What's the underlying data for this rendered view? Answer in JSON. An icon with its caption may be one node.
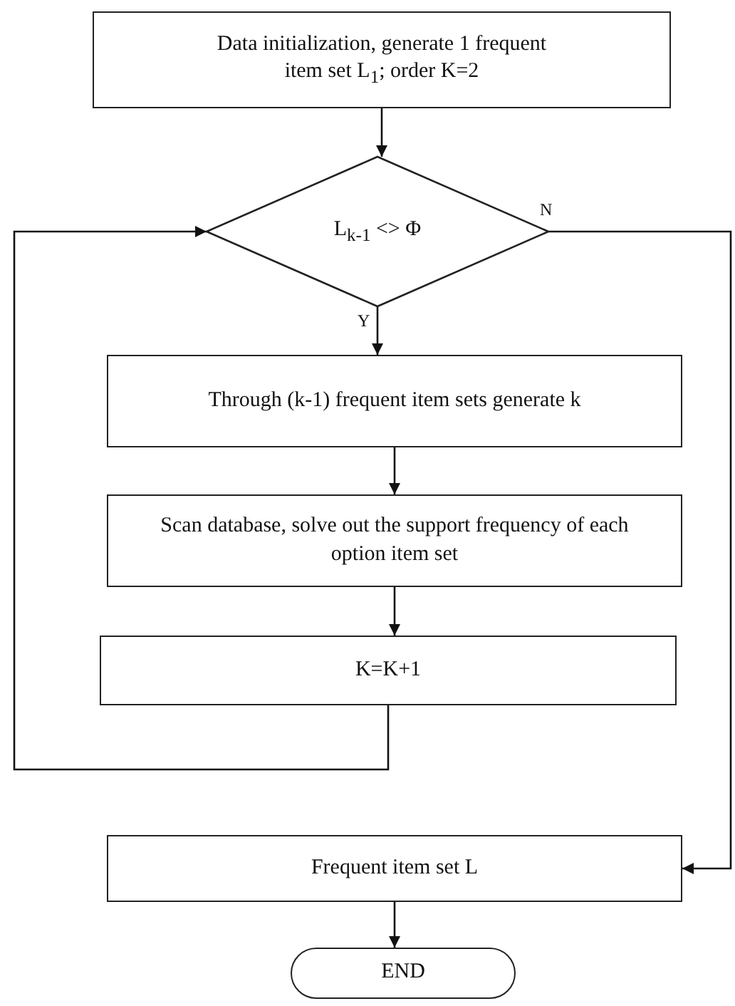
{
  "diagram": {
    "nodes": [
      {
        "text": [
          "Data initialization, generate 1 frequent item set L$_{1}$; order K=2"
        ]
      },
      {
        "text": [
          "L$_{k-1}$ <> Φ"
        ]
      },
      {
        "text": [
          "Through (k-1) frequent item sets generate k"
        ]
      },
      {
        "text": [
          "Scan database, solve out the support frequency of each option item set"
        ]
      },
      {
        "text": [
          "K=K+1"
        ]
      },
      {
        "text": [
          "Frequent item set L"
        ]
      },
      {
        "text": [
          "END"
        ]
      }
    ],
    "edges": [
      {
        "from": 0,
        "to": 1,
        "arrow": "to"
      },
      {
        "from": 1,
        "to": 2,
        "arrow": "to",
        "label": "Y"
      },
      {
        "from": 2,
        "to": 3,
        "arrow": "to"
      },
      {
        "from": 3,
        "to": 4,
        "arrow": "to"
      },
      {
        "from": 4,
        "to": 1,
        "arrow": "to"
      },
      {
        "from": 1,
        "to": 5,
        "arrow": "to",
        "label": "N"
      },
      {
        "from": 5,
        "to": 6,
        "arrow": "to"
      }
    ]
  }
}
